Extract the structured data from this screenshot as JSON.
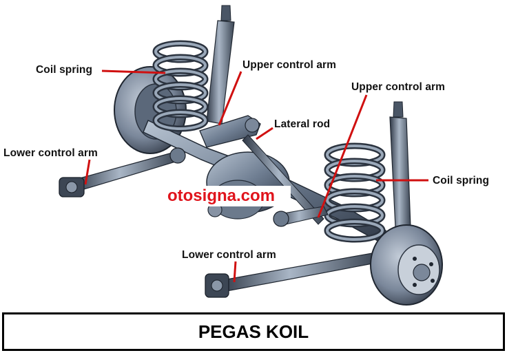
{
  "labels": {
    "coil_spring_left": "Coil spring",
    "upper_control_arm_1": "Upper control arm",
    "upper_control_arm_2": "Upper control arm",
    "lateral_rod": "Lateral rod",
    "lower_control_arm_left": "Lower control arm",
    "coil_spring_right": "Coil spring",
    "lower_control_arm_bottom": "Lower control arm"
  },
  "watermark": "otosigna.com",
  "caption": "PEGAS KOIL",
  "colors": {
    "leader_line": "#d01010",
    "watermark_text": "#e0141c",
    "metal_dark": "#3c4654",
    "metal_mid": "#6c7a8c",
    "metal_light": "#a9b6c6"
  }
}
